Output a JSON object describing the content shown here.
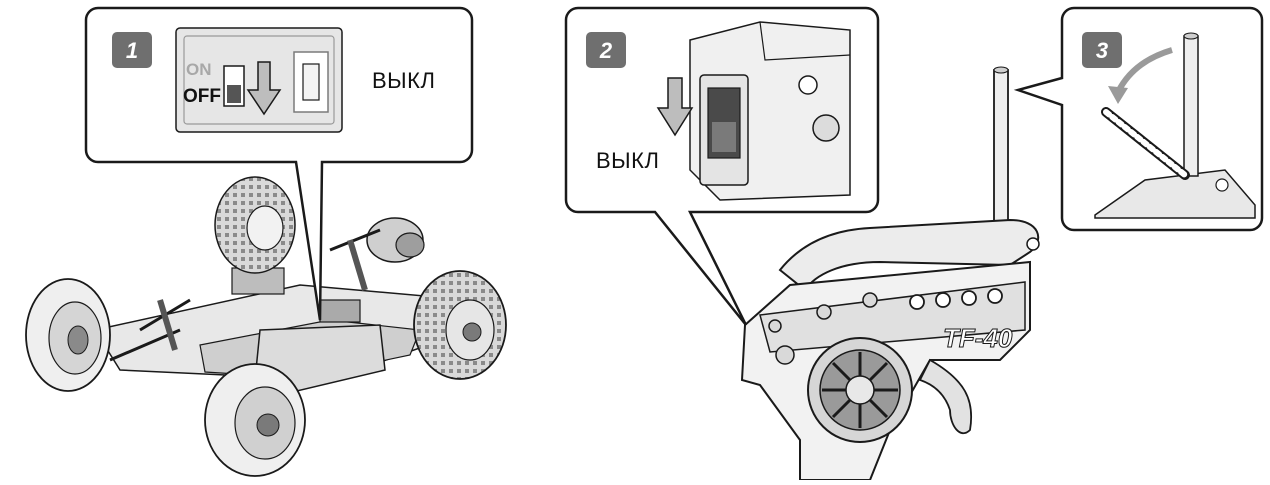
{
  "steps": [
    {
      "number": "1",
      "action_label": "ВЫКЛ",
      "switch_on_label": "ON",
      "switch_off_label": "OFF"
    },
    {
      "number": "2",
      "action_label": "ВЫКЛ"
    },
    {
      "number": "3"
    }
  ],
  "transmitter": {
    "model_label": "TF-40"
  },
  "colors": {
    "badge": "#6f6f6f",
    "line": "#1a1a1a",
    "panel": "#e6e6e6",
    "body": "#f2f2f2"
  }
}
